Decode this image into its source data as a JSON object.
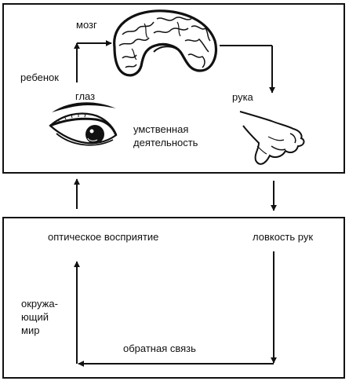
{
  "diagram": {
    "top_box": {
      "brain_label": "мозг",
      "child_label": "ребенок",
      "eye_label": "глаз",
      "hand_label": "рука",
      "mental_activity": [
        "умственная",
        "деятельность"
      ]
    },
    "bottom_box": {
      "optic_label": "оптическое восприятие",
      "dexterity_label": "ловкость рук",
      "world_label": [
        "окружа-",
        "ющий",
        "мир"
      ],
      "feedback_label": "обратная связь"
    }
  }
}
